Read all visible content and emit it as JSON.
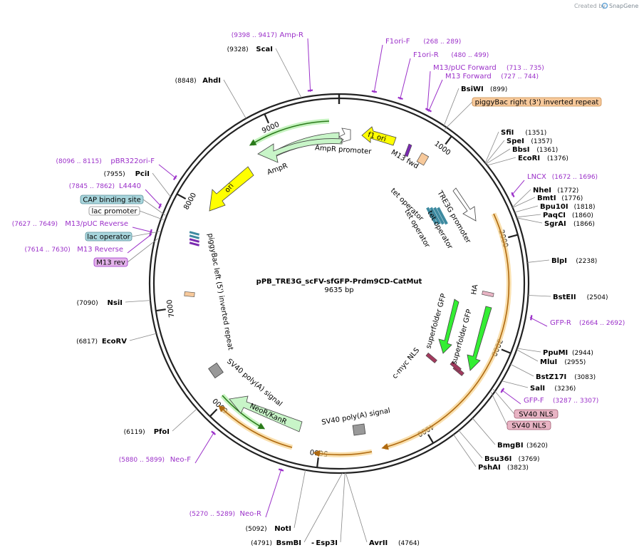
{
  "brand": {
    "prefix": "Created by",
    "name": "SnapGene"
  },
  "plasmid": {
    "name": "pPB_TRE3G_scFV-sfGFP-Prdm9CD-CatMut",
    "size": "9635 bp"
  },
  "ticks": [
    "1000",
    "2000",
    "3000",
    "4000",
    "5000",
    "6000",
    "7000",
    "8000",
    "9000"
  ],
  "sites": [
    {
      "name": "ScaI",
      "pos": "(9328)"
    },
    {
      "name": "AhdI",
      "pos": "(8848)"
    },
    {
      "name": "PciI",
      "pos": "(7955)"
    },
    {
      "name": "NsiI",
      "pos": "(7090)"
    },
    {
      "name": "EcoRV",
      "pos": "(6817)"
    },
    {
      "name": "PfoI",
      "pos": "(6119)"
    },
    {
      "name": "NotI",
      "pos": "(5092)"
    },
    {
      "name": "BsmBI",
      "pos": "(4791)"
    },
    {
      "name": "Esp3I",
      "pos": ""
    },
    {
      "name": "AvrII",
      "pos": "(4764)"
    },
    {
      "name": "BsiWI",
      "pos": "(899)"
    },
    {
      "name": "SfiI",
      "pos": "(1351)"
    },
    {
      "name": "SpeI",
      "pos": "(1357)"
    },
    {
      "name": "BbsI",
      "pos": "(1361)"
    },
    {
      "name": "EcoRI",
      "pos": "(1376)"
    },
    {
      "name": "NheI",
      "pos": "(1772)"
    },
    {
      "name": "BmtI",
      "pos": "(1776)"
    },
    {
      "name": "Bpu10I",
      "pos": "(1818)"
    },
    {
      "name": "PaqCI",
      "pos": "(1860)"
    },
    {
      "name": "SgrAI",
      "pos": "(1866)"
    },
    {
      "name": "BlpI",
      "pos": "(2238)"
    },
    {
      "name": "BstEII",
      "pos": "(2504)"
    },
    {
      "name": "PpuMI",
      "pos": "(2944)"
    },
    {
      "name": "MluI",
      "pos": "(2955)"
    },
    {
      "name": "BstZ17I",
      "pos": "(3083)"
    },
    {
      "name": "SalI",
      "pos": "(3236)"
    },
    {
      "name": "BmgBI",
      "pos": "(3620)"
    },
    {
      "name": "Bsu36I",
      "pos": "(3769)"
    },
    {
      "name": "PshAI",
      "pos": "(3823)"
    }
  ],
  "primers": [
    {
      "name": "Amp-R",
      "range": "(9398 .. 9417)"
    },
    {
      "name": "pBR322ori-F",
      "range": "(8096 .. 8115)"
    },
    {
      "name": "L4440",
      "range": "(7845 .. 7862)"
    },
    {
      "name": "M13/pUC Reverse",
      "range": "(7627 .. 7649)"
    },
    {
      "name": "M13 Reverse",
      "range": "(7614 .. 7630)"
    },
    {
      "name": "Neo-F",
      "range": "(5880 .. 5899)"
    },
    {
      "name": "Neo-R",
      "range": "(5270 .. 5289)"
    },
    {
      "name": "F1ori-F",
      "range": "(268 .. 289)"
    },
    {
      "name": "F1ori-R",
      "range": "(480 .. 499)"
    },
    {
      "name": "M13/pUC Forward",
      "range": "(713 .. 735)"
    },
    {
      "name": "M13 Forward",
      "range": "(727 .. 744)"
    },
    {
      "name": "LNCX",
      "range": "(1672 .. 1696)"
    },
    {
      "name": "GFP-R",
      "range": "(2664 .. 2692)"
    },
    {
      "name": "GFP-F",
      "range": "(3287 .. 3307)"
    }
  ],
  "boxed_features": [
    {
      "name": "piggyBac right (3') inverted repeat",
      "fill": "#f7c99b",
      "stroke": "#c98a4a"
    },
    {
      "name": "CAP binding site",
      "fill": "#a8d5dc",
      "stroke": "#5a8f99"
    },
    {
      "name": "lac promoter",
      "fill": "#ffffff",
      "stroke": "#888888"
    },
    {
      "name": "lac operator",
      "fill": "#a8d5dc",
      "stroke": "#5a8f99"
    },
    {
      "name": "M13 rev",
      "fill": "#e3b3ea",
      "stroke": "#9b30c9"
    },
    {
      "name": "SV40 NLS",
      "fill": "#e8b4c4",
      "stroke": "#a05a70"
    },
    {
      "name": "SV40 NLS",
      "fill": "#e8b4c4",
      "stroke": "#a05a70"
    }
  ],
  "features": {
    "f1_ori": "f1 ori",
    "ampr_promoter": "AmpR promoter",
    "ampr": "AmpR",
    "m13_fwd": "M13 fwd",
    "ori": "ori",
    "tre3g_promoter": "TRE3G promoter",
    "tet_operator_1": "tet operator",
    "tet_operator_2": "tet operator",
    "tet_operator_3": "tet operator",
    "piggybac_left": "piggyBac left (5') inverted repeat",
    "ha": "HA",
    "superfolder_gfp_1": "superfolder GFP",
    "superfolder_gfp_2": "superfolder GFP",
    "cmyc_nls": "c-myc NLS",
    "sv40_polya_1": "SV40 poly(A) signal",
    "sv40_polya_2": "SV40 poly(A) signal",
    "neor_kanr": "NeoR/KanR"
  },
  "colors": {
    "primer": "#9b30c9",
    "orf": "#f0a830",
    "ampr": "#c8f5c8",
    "gfp": "#33ee33",
    "ori": "#ffff00",
    "backbone": "#222222",
    "brand": "#9aa0a6"
  }
}
